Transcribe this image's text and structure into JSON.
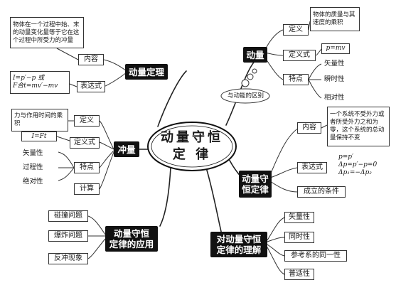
{
  "center": {
    "line1": "动量守恒",
    "line2": "定  律"
  },
  "momentum": {
    "title": "动量",
    "def_label": "定义",
    "def_text": "物体的质量与其速度的乘积",
    "formula_label": "定义式",
    "formula": "p=mv",
    "feature_label": "特点",
    "features": [
      "矢量性",
      "瞬时性",
      "相对性"
    ],
    "kinetic_note": "与动能的区别"
  },
  "theorem": {
    "title": "动量定理",
    "content_label": "内容",
    "content_text": "物体在一个过程中始、末的动量变化量等于它在这个过程中所受力的冲量",
    "expr_label": "表达式",
    "expr_line1": "I=p′−p  或",
    "expr_line2": "F合t=mv′−mv"
  },
  "impulse": {
    "title": "冲量",
    "def_label": "定义",
    "def_text": "力与作用时间的乘积",
    "formula_label": "定义式",
    "formula": "I=Ft",
    "feature_label": "特点",
    "features": [
      "矢量性",
      "过程性",
      "绝对性"
    ],
    "calc_label": "计算"
  },
  "conservation": {
    "title": "动量守恒定律",
    "content_label": "内容",
    "content_text": "一个系统不受外力或者所受外力之和为零，这个系统的总动量保持不变",
    "expr_label": "表达式",
    "expr_lines": [
      "p=p′",
      "Δp=p′−p=0",
      "Δp₁=−Δp₂"
    ],
    "condition": "成立的条件"
  },
  "application": {
    "title": "动量守恒定律的应用",
    "items": [
      "碰撞问题",
      "爆炸问题",
      "反冲现象"
    ]
  },
  "understanding": {
    "title": "对动量守恒定律的理解",
    "items": [
      "矢量性",
      "同时性",
      "参考系的同一性",
      "普适性"
    ]
  }
}
